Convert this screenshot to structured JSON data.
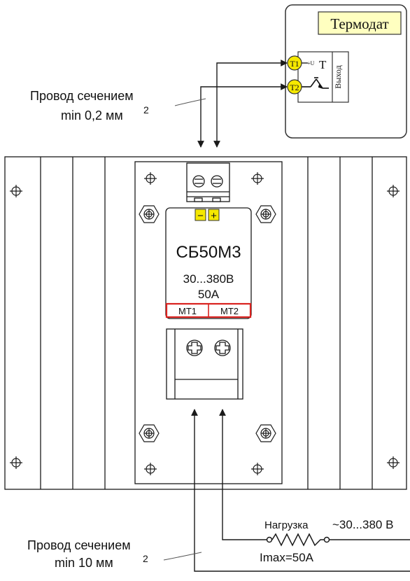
{
  "controller": {
    "title": "Термодат",
    "t1_label": "T1",
    "t2_label": "T2",
    "plus_u": "+U",
    "t_symbol": "T",
    "output_label": "Выход"
  },
  "signal_wire": {
    "line1": "Провод сечением",
    "line2": "min 0,2 мм",
    "sup": "2"
  },
  "relay": {
    "minus": "−",
    "plus": "+",
    "model": "СБ50М3",
    "voltage": "30...380В",
    "current": "50А",
    "mt1": "МТ1",
    "mt2": "МТ2"
  },
  "load": {
    "label": "Нагрузка",
    "supply": "~30...380 В",
    "imax": "Imax=50A"
  },
  "power_wire": {
    "line1": "Провод сечением",
    "line2": "min 10 мм",
    "sup": "2"
  },
  "colors": {
    "title_fill": "#ffffc0",
    "badge_fill": "#f5e800",
    "polarity_fill": "#f5e800",
    "terminal_strip": "#d9221f",
    "stroke": "#1a1a1a"
  }
}
